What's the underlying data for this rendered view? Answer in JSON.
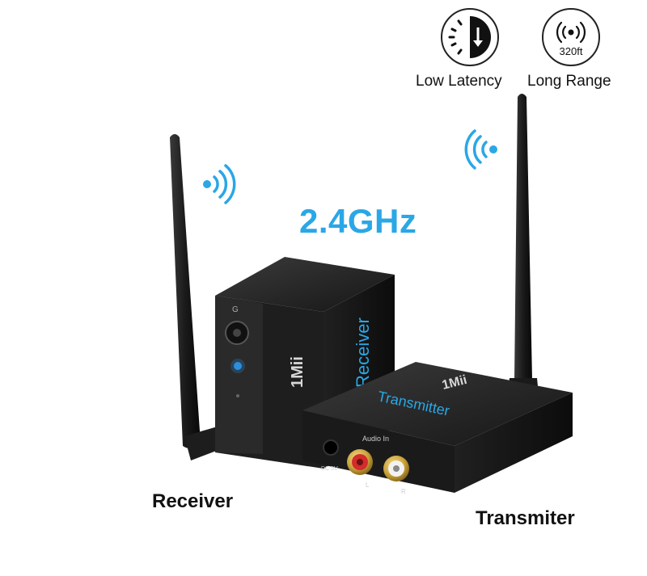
{
  "features": {
    "latency": {
      "label": "Low Latency",
      "icon": "timer-arrow-icon"
    },
    "range": {
      "label": "Long Range",
      "icon": "signal-range-icon",
      "badge_text": "320ft"
    }
  },
  "frequency_label": "2.4GHz",
  "receiver": {
    "caption": "Receiver",
    "side_text": "Receiver",
    "brand": "1Mii",
    "port_label": "G"
  },
  "transmitter": {
    "caption": "Transmiter",
    "side_text": "Transmitter",
    "brand": "1Mii",
    "panel_label": "Audio In",
    "dc_label": "DC 5V",
    "left_label": "L",
    "right_label": "R"
  },
  "colors": {
    "accent": "#2aa7e6",
    "device_body": "#1b1b1b",
    "gold": "#c9a23a",
    "red_jack": "#d42b2b"
  }
}
